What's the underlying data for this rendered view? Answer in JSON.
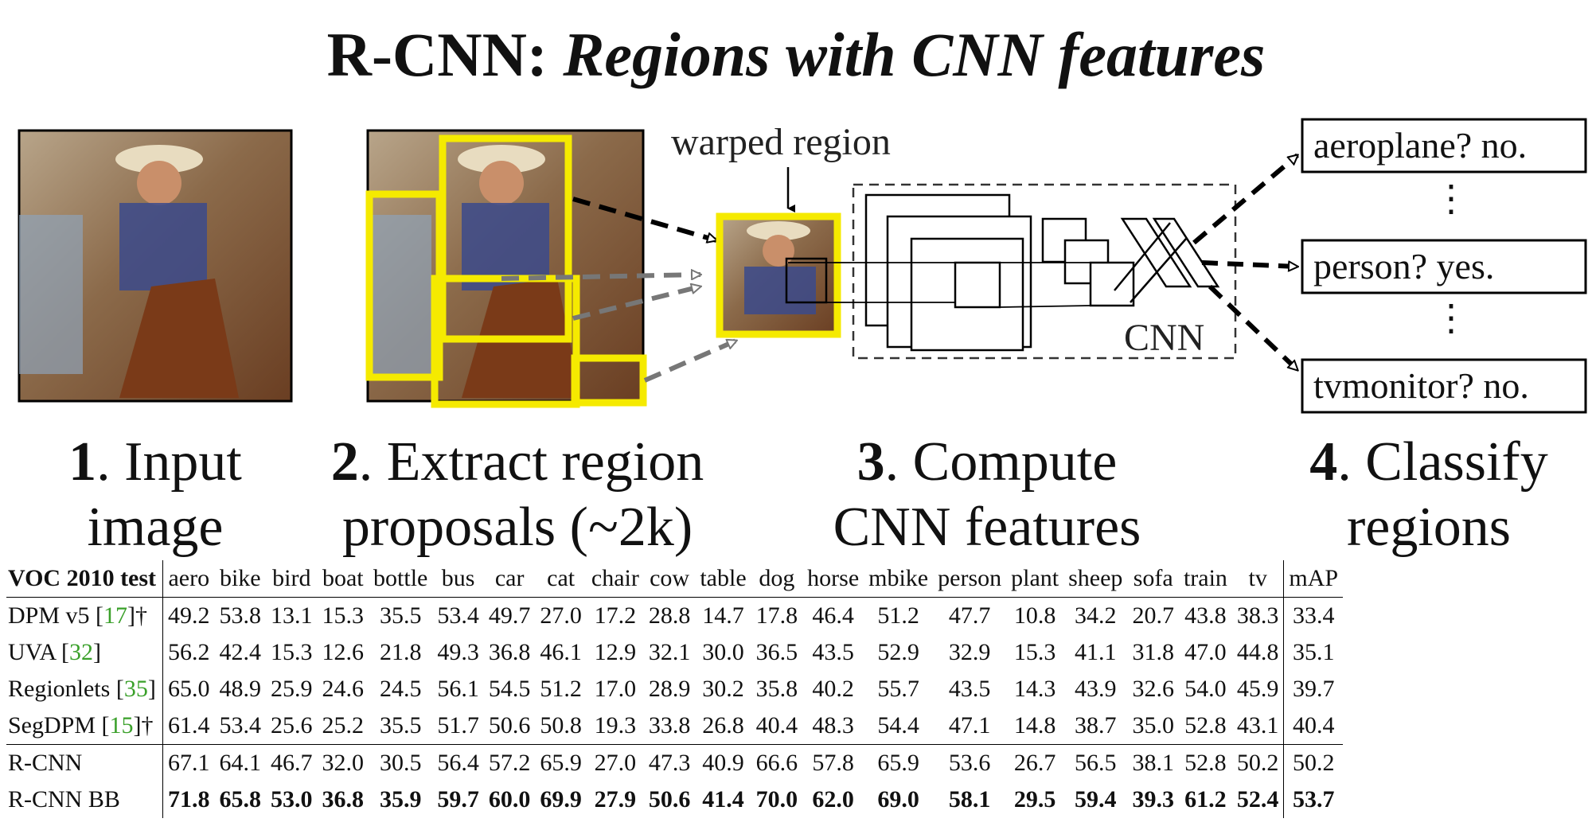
{
  "title": {
    "plain": "R-CNN: ",
    "italic": "Regions with CNN features"
  },
  "figure": {
    "warped_label": "warped region",
    "cnn_label": "CNN",
    "classes": [
      {
        "text": "aeroplane? no."
      },
      {
        "text": "person? yes."
      },
      {
        "text": "tvmonitor? no."
      }
    ],
    "ellipsis": "⋮",
    "steps": [
      {
        "num": "1",
        "line1": ". Input",
        "line2": "image"
      },
      {
        "num": "2",
        "line1": ". Extract region",
        "line2": "proposals (~2k)"
      },
      {
        "num": "3",
        "line1": ". Compute",
        "line2": "CNN features"
      },
      {
        "num": "4",
        "line1": ". Classify",
        "line2": "regions"
      }
    ],
    "colors": {
      "proposal_box": "#f5ea00",
      "arrow": "#000000",
      "arrow_faded": "#777777"
    }
  },
  "table": {
    "header": [
      "VOC 2010 test",
      "aero",
      "bike",
      "bird",
      "boat",
      "bottle",
      "bus",
      "car",
      "cat",
      "chair",
      "cow",
      "table",
      "dog",
      "horse",
      "mbike",
      "person",
      "plant",
      "sheep",
      "sofa",
      "train",
      "tv",
      "mAP"
    ],
    "rows": [
      {
        "name": "DPM v5 [",
        "ref": "17",
        "suffix": "]†",
        "values": [
          "49.2",
          "53.8",
          "13.1",
          "15.3",
          "35.5",
          "53.4",
          "49.7",
          "27.0",
          "17.2",
          "28.8",
          "14.7",
          "17.8",
          "46.4",
          "51.2",
          "47.7",
          "10.8",
          "34.2",
          "20.7",
          "43.8",
          "38.3",
          "33.4"
        ]
      },
      {
        "name": "UVA [",
        "ref": "32",
        "suffix": "]",
        "values": [
          "56.2",
          "42.4",
          "15.3",
          "12.6",
          "21.8",
          "49.3",
          "36.8",
          "46.1",
          "12.9",
          "32.1",
          "30.0",
          "36.5",
          "43.5",
          "52.9",
          "32.9",
          "15.3",
          "41.1",
          "31.8",
          "47.0",
          "44.8",
          "35.1"
        ]
      },
      {
        "name": "Regionlets [",
        "ref": "35",
        "suffix": "]",
        "values": [
          "65.0",
          "48.9",
          "25.9",
          "24.6",
          "24.5",
          "56.1",
          "54.5",
          "51.2",
          "17.0",
          "28.9",
          "30.2",
          "35.8",
          "40.2",
          "55.7",
          "43.5",
          "14.3",
          "43.9",
          "32.6",
          "54.0",
          "45.9",
          "39.7"
        ]
      },
      {
        "name": "SegDPM [",
        "ref": "15",
        "suffix": "]†",
        "values": [
          "61.4",
          "53.4",
          "25.6",
          "25.2",
          "35.5",
          "51.7",
          "50.6",
          "50.8",
          "19.3",
          "33.8",
          "26.8",
          "40.4",
          "48.3",
          "54.4",
          "47.1",
          "14.8",
          "38.7",
          "35.0",
          "52.8",
          "43.1",
          "40.4"
        ]
      },
      {
        "name": "R-CNN",
        "ref": "",
        "suffix": "",
        "values": [
          "67.1",
          "64.1",
          "46.7",
          "32.0",
          "30.5",
          "56.4",
          "57.2",
          "65.9",
          "27.0",
          "47.3",
          "40.9",
          "66.6",
          "57.8",
          "65.9",
          "53.6",
          "26.7",
          "56.5",
          "38.1",
          "52.8",
          "50.2",
          "50.2"
        ]
      },
      {
        "name": "R-CNN BB",
        "ref": "",
        "suffix": "",
        "bold": true,
        "values": [
          "71.8",
          "65.8",
          "53.0",
          "36.8",
          "35.9",
          "59.7",
          "60.0",
          "69.9",
          "27.9",
          "50.6",
          "41.4",
          "70.0",
          "62.0",
          "69.0",
          "58.1",
          "29.5",
          "59.4",
          "39.3",
          "61.2",
          "52.4",
          "53.7"
        ]
      }
    ]
  }
}
